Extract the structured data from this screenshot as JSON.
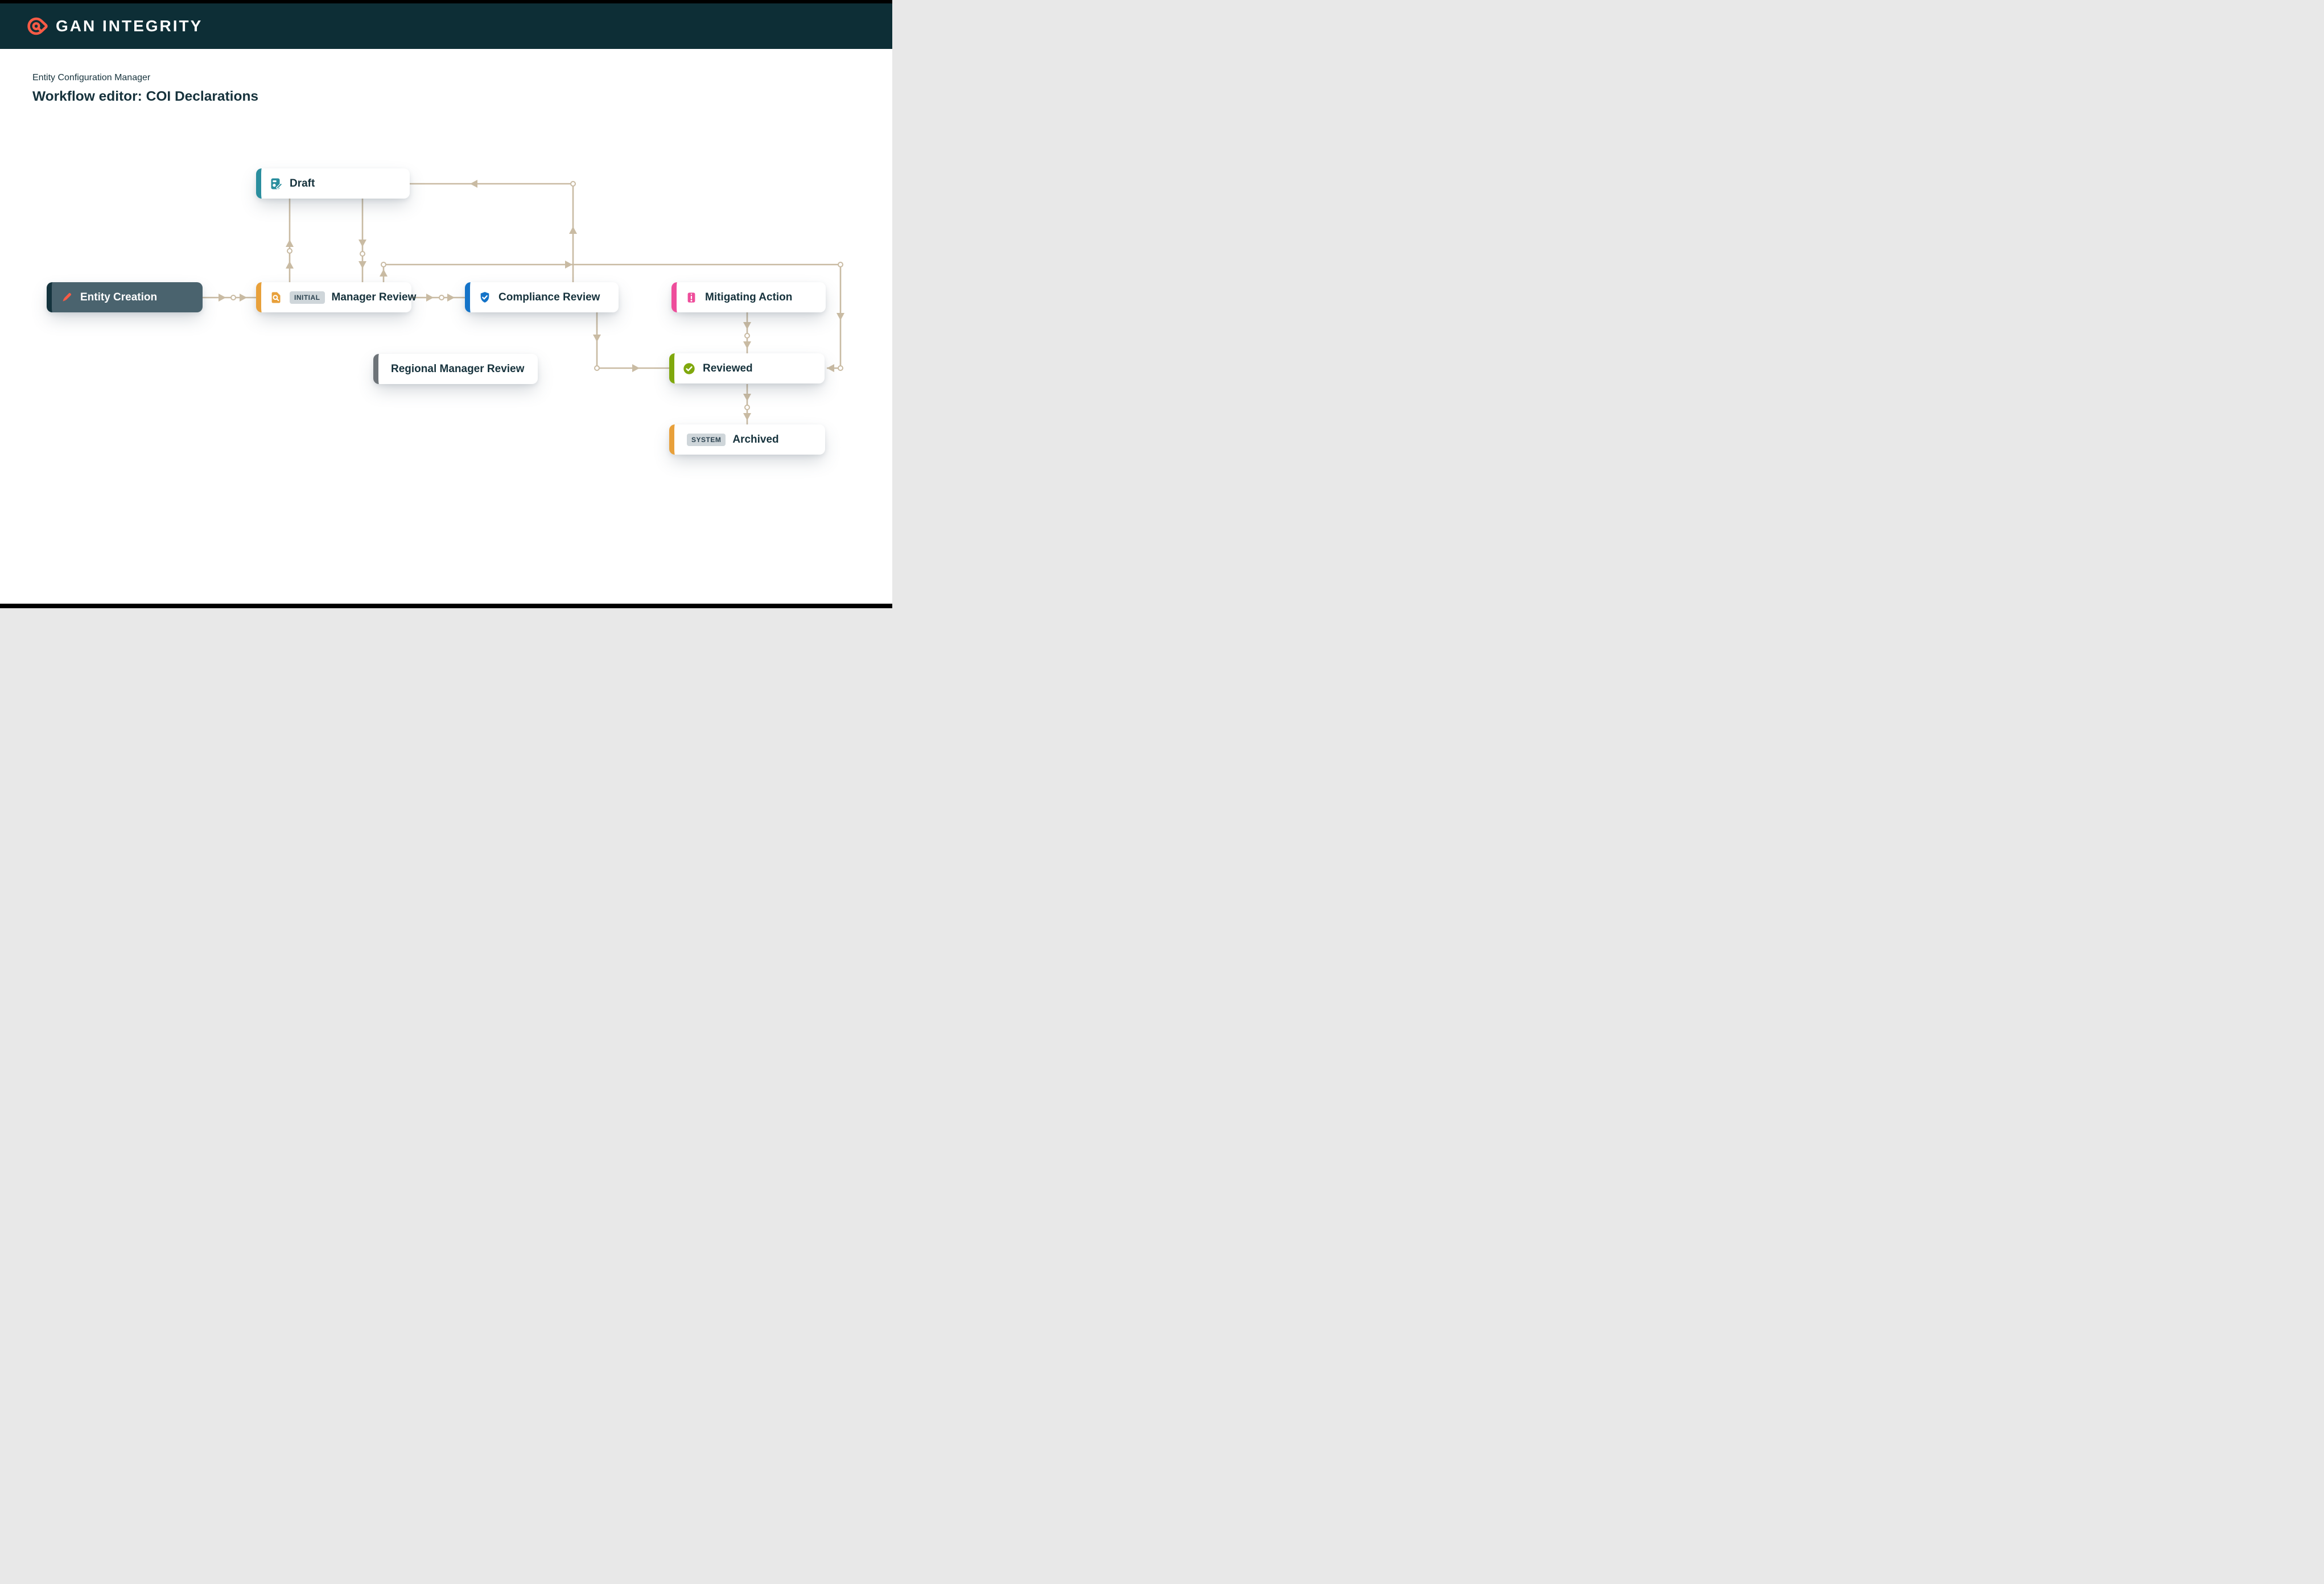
{
  "header": {
    "logo_text": "GAN INTEGRITY"
  },
  "page": {
    "eyebrow": "Entity Configuration Manager",
    "title": "Workflow editor: COI Declarations"
  },
  "colors": {
    "header_bg": "#0d2e36",
    "brand_coral": "#f75b46",
    "text_dark": "#16323c",
    "edge": "#c9bba3",
    "badge_bg": "#cfd6da",
    "badge_text": "#2c4350",
    "canvas_bg": "#ffffff"
  },
  "nodes": [
    {
      "id": "draft",
      "label": "Draft",
      "accent": "#2a8e9e",
      "icon": "file-pen-icon"
    },
    {
      "id": "entity-creation",
      "label": "Entity Creation",
      "accent": "#14333d",
      "bg": "#4a636e",
      "label_color": "#ffffff",
      "icon": "pencil-icon",
      "icon_color": "#f75b46"
    },
    {
      "id": "manager-review",
      "label": "Manager Review",
      "badge": "INITIAL",
      "accent": "#e8a03a",
      "icon": "file-search-icon"
    },
    {
      "id": "compliance-review",
      "label": "Compliance Review",
      "accent": "#1473c8",
      "icon": "shield-check-icon"
    },
    {
      "id": "mitigating-action",
      "label": "Mitigating Action",
      "accent": "#ee4d9b",
      "icon": "clipboard-alert-icon"
    },
    {
      "id": "regional-manager-review",
      "label": "Regional Manager Review",
      "accent": "#6d7378"
    },
    {
      "id": "reviewed",
      "label": "Reviewed",
      "accent": "#80a80d",
      "icon": "check-circle-icon"
    },
    {
      "id": "archived",
      "label": "Archived",
      "badge": "SYSTEM",
      "accent": "#e8a03a"
    }
  ],
  "edges": [
    {
      "from": "entity-creation",
      "to": "manager-review"
    },
    {
      "from": "manager-review",
      "to": "compliance-review"
    },
    {
      "from": "manager-review",
      "to": "draft"
    },
    {
      "from": "draft",
      "to": "manager-review"
    },
    {
      "from": "compliance-review",
      "to": "draft"
    },
    {
      "from": "manager-review",
      "to": "reviewed"
    },
    {
      "from": "compliance-review",
      "to": "reviewed"
    },
    {
      "from": "mitigating-action",
      "to": "reviewed"
    },
    {
      "from": "reviewed",
      "to": "archived"
    }
  ]
}
